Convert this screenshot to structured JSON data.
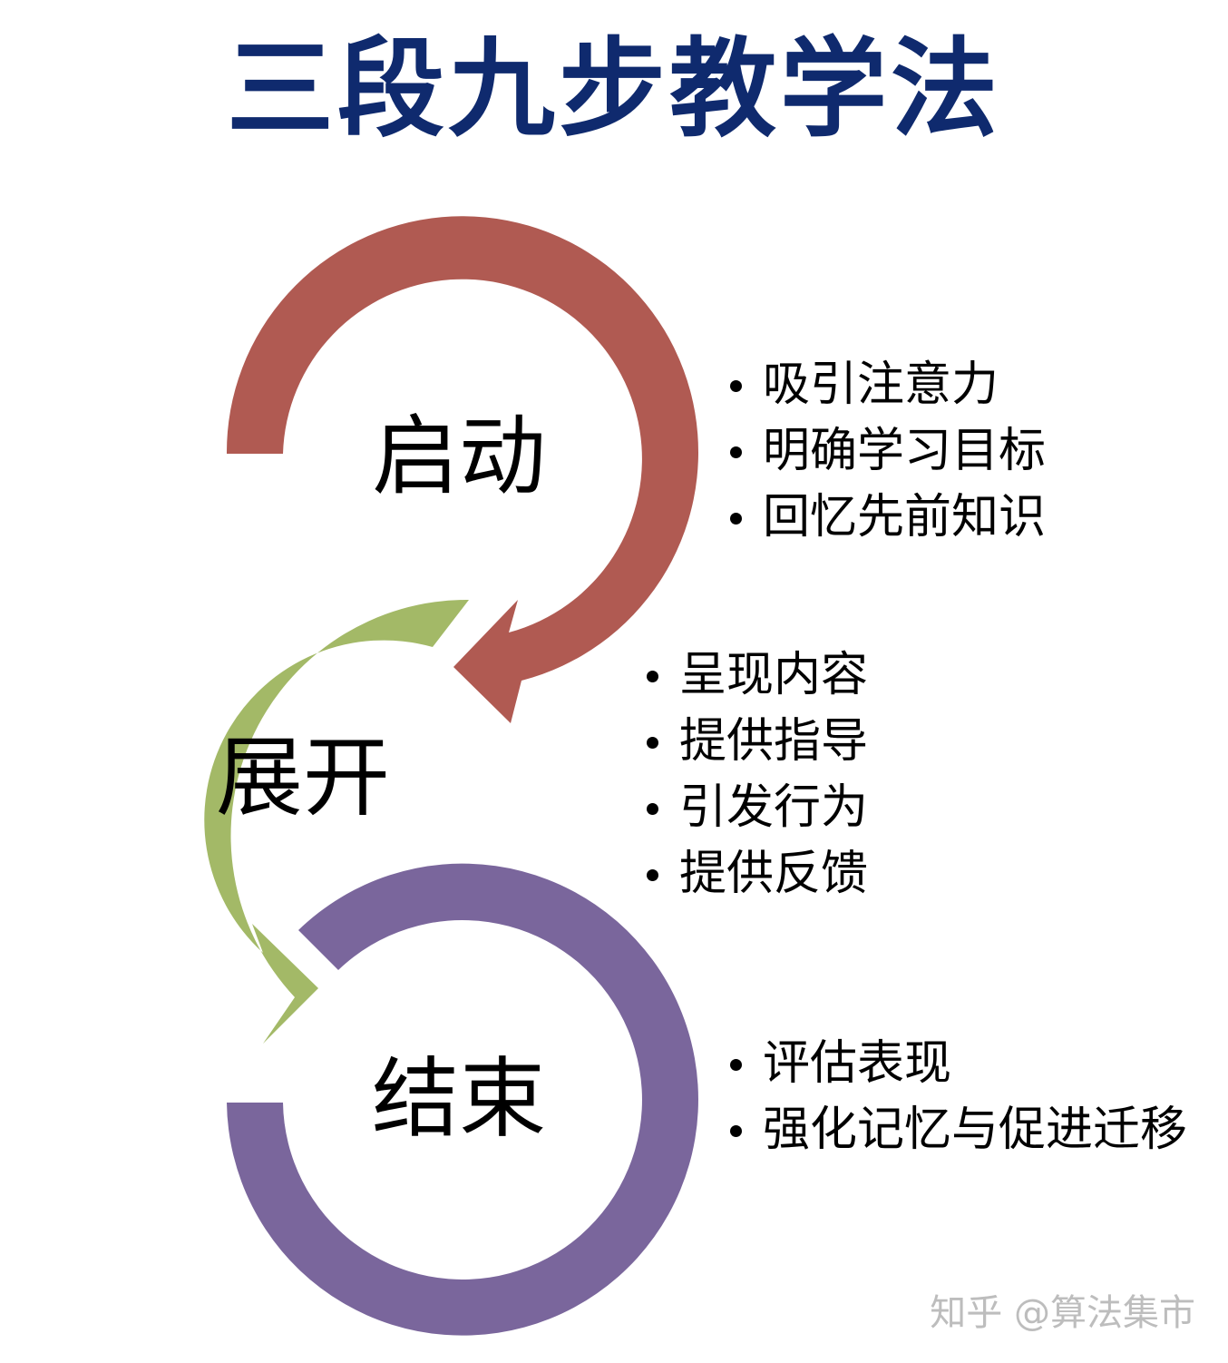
{
  "title": "三段九步教学法",
  "stages": [
    {
      "label": "启动",
      "color": "#b05a52",
      "items": [
        "吸引注意力",
        "明确学习目标",
        "回忆先前知识"
      ]
    },
    {
      "label": "展开",
      "color": "#a3b967",
      "items": [
        "呈现内容",
        "提供指导",
        "引发行为",
        "提供反馈"
      ]
    },
    {
      "label": "结束",
      "color": "#7a669c",
      "items": [
        "评估表现",
        "强化记忆与促进迁移"
      ]
    }
  ],
  "watermark": "知乎 @算法集市"
}
